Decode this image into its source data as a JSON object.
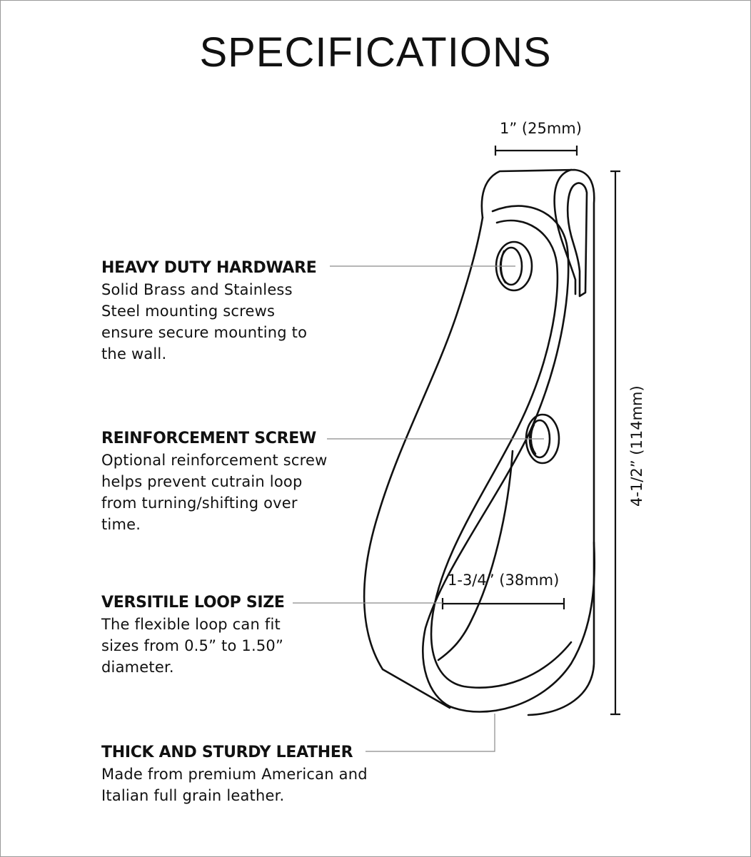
{
  "title": "SPECIFICATIONS",
  "specs": [
    {
      "heading": "HEAVY DUTY HARDWARE",
      "body": "Solid Brass and Stainless Steel mounting screws ensure secure mounting to the wall."
    },
    {
      "heading": "REINFORCEMENT SCREW",
      "body": "Optional reinforcement screw helps prevent cutrain loop from turning/shifting over time."
    },
    {
      "heading": "VERSITILE LOOP SIZE",
      "body": "The flexible loop can fit sizes from 0.5” to 1.50” diameter."
    },
    {
      "heading": "THICK AND STURDY LEATHER",
      "body": "Made from premium American and Italian full grain leather."
    }
  ],
  "dimensions": {
    "width": "1” (25mm)",
    "height": "4-1/2” (114mm)",
    "loop": "1-3/4” (38mm)"
  },
  "colors": {
    "line": "#111111",
    "leader": "#8a8a8a",
    "frame": "#9a9a9a"
  }
}
